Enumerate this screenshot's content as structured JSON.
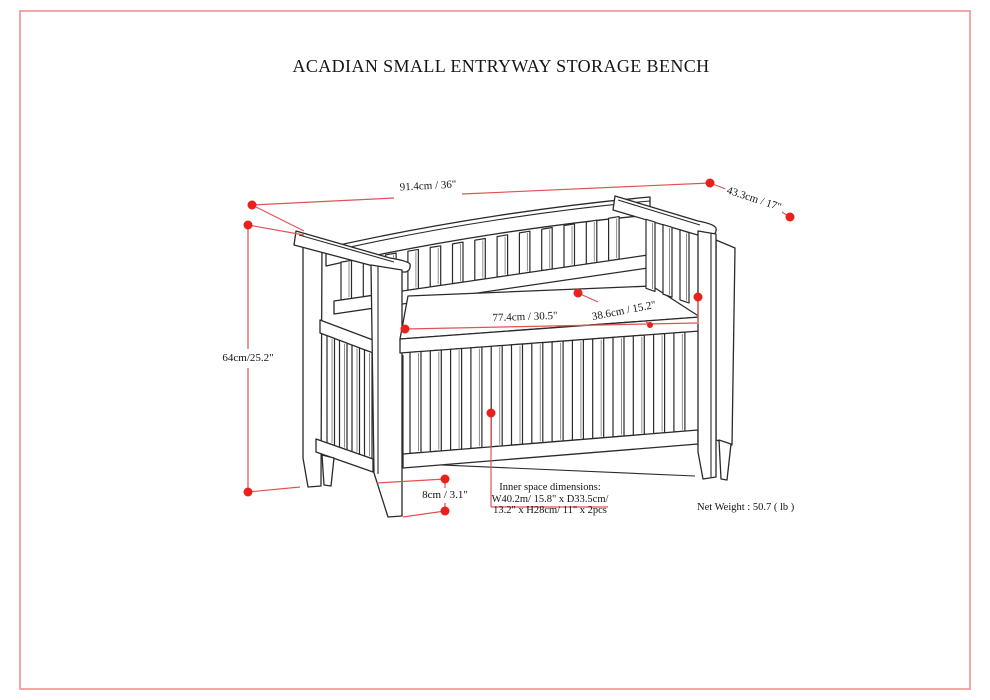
{
  "page_title": "ACADIAN SMALL ENTRYWAY STORAGE BENCH",
  "dimension_labels": {
    "overall_width": "91.4cm / 36\"",
    "overall_depth": "43.3cm / 17\"",
    "overall_height": "64cm/25.2\"",
    "inner_width": "77.4cm / 30.5\"",
    "seat_depth": "38.6cm / 15.2\"",
    "floor_clearance": "8cm / 3.1\""
  },
  "inner_space_note": {
    "heading": "Inner space dimensions:",
    "line1": "W40.2m/ 15.8\" x D33.5cm/",
    "line2": "13.2\" x H28cm/ 11\" x 2pcs"
  },
  "net_weight": "Net Weight : 50.7 ( lb )",
  "colors": {
    "dimension_marker": "#e8211d",
    "dimension_line": "#e05353",
    "page_border": "#f2a7a7",
    "drawing_stroke": "#2a2a2a"
  }
}
